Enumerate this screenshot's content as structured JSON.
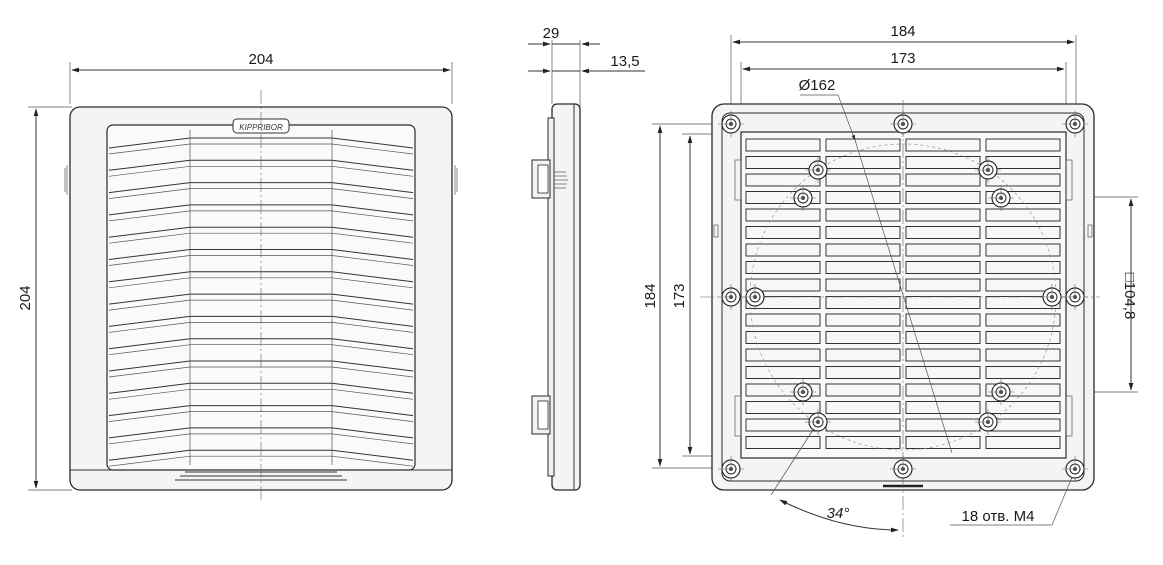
{
  "front_view": {
    "width_label": "204",
    "height_label": "204",
    "brand_label": "KIPPRIBOR"
  },
  "side_view": {
    "depth_label": "29",
    "protrusion_label": "13,5"
  },
  "rear_view": {
    "outer_width_label": "184",
    "inner_width_label": "173",
    "outer_height_label": "184",
    "inner_height_label": "173",
    "fan_diameter_label": "Ø162",
    "mount_square_label": "□104,8",
    "angle_label": "34°",
    "holes_label": "18 отв. M4"
  }
}
